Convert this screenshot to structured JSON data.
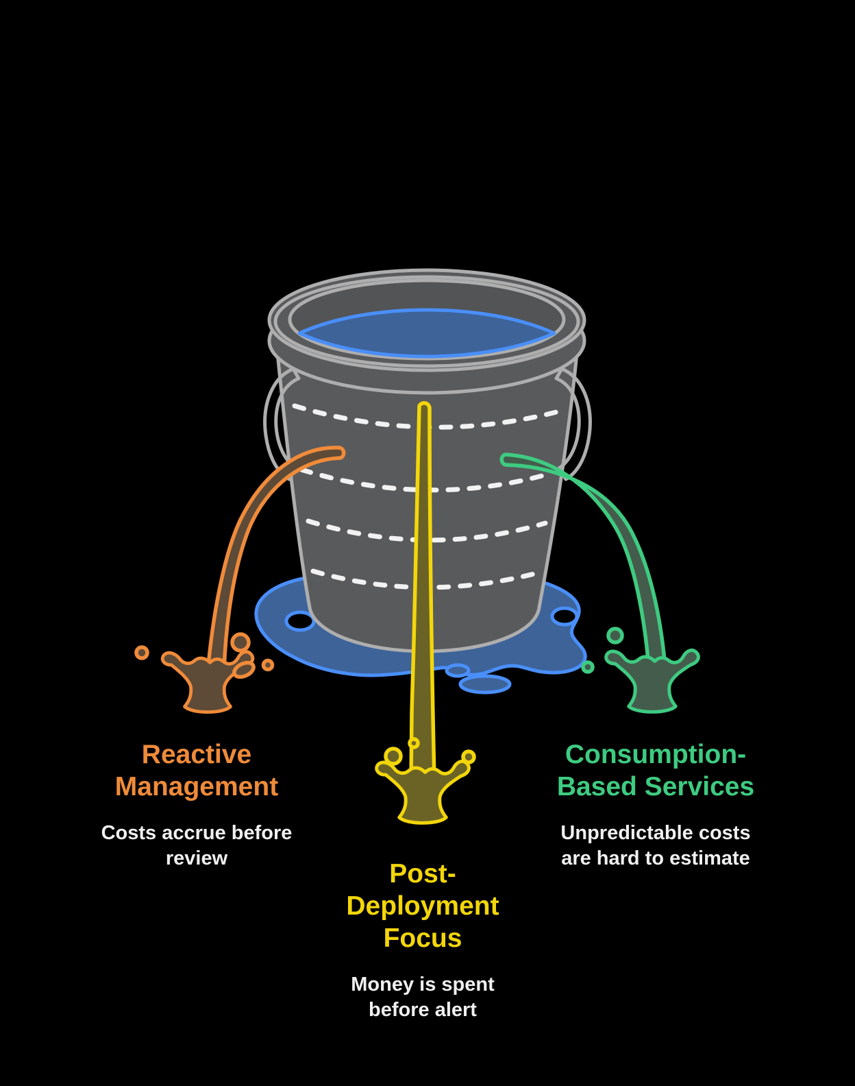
{
  "illustration": {
    "description": "Leaky bucket diagram: a grey bucket full of blue water standing in a blue puddle, with three leak streams (orange left, yellow centre, green right) arcing out and splashing down",
    "bucket_dash_rings": 4
  },
  "colors": {
    "background": "#000000",
    "bucket_body": "#595A5C",
    "bucket_inner": "#525456",
    "bucket_outline": "#AEAEAE",
    "water_fill": "#3D6399",
    "water_stroke": "#4A8FFA",
    "dash": "#F2F2F2",
    "puddle_fill": "#3D6399",
    "puddle_stroke": "#4A8FFA",
    "reactive_accent": "#EF8B3A",
    "reactive_dark": "#5D4A37",
    "post_accent": "#F2D60B",
    "post_dark": "#6B6326",
    "consumption_accent": "#3ECB81",
    "consumption_dark": "#445C4C",
    "text": "#F0F0F0"
  },
  "leaks": [
    {
      "id": "reactive-management",
      "title_lines": [
        "Reactive",
        "Management"
      ],
      "desc_lines": [
        "Costs accrue before",
        "review"
      ]
    },
    {
      "id": "post-deployment-focus",
      "title_lines": [
        "Post-",
        "Deployment",
        "Focus"
      ],
      "desc_lines": [
        "Money is spent",
        "before alert"
      ]
    },
    {
      "id": "consumption-based-services",
      "title_lines": [
        "Consumption-",
        "Based Services"
      ],
      "desc_lines": [
        "Unpredictable costs",
        "are hard to estimate"
      ]
    }
  ]
}
